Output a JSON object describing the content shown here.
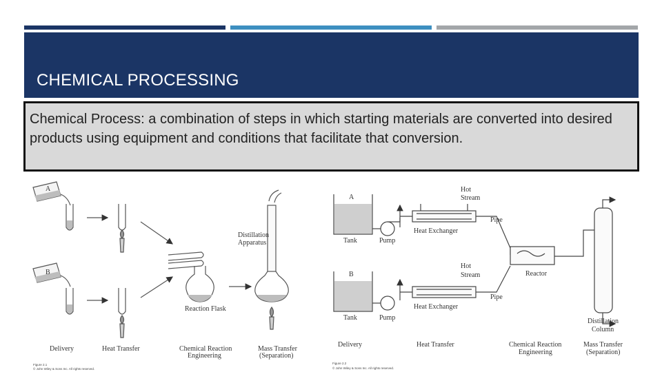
{
  "colors": {
    "stripe1": "#1b3565",
    "stripe2": "#3d8fc0",
    "stripe3": "#a3a6a9",
    "header_bg": "#1b3565"
  },
  "slide": {
    "title": "CHEMICAL PROCESSING",
    "definition": "Chemical Process: a combination of steps in which starting materials are converted into desired products using equipment and conditions that facilitate that conversion."
  },
  "figure_left": {
    "labels": {
      "a": "A",
      "b": "B",
      "distillation_1": "Distillation",
      "distillation_2": "Apparatus",
      "reaction_flask": "Reaction Flask",
      "delivery": "Delivery",
      "heat_transfer": "Heat Transfer",
      "cre_1": "Chemical Reaction",
      "cre_2": "Engineering",
      "mt_1": "Mass Transfer",
      "mt_2": "(Separation)"
    },
    "caption_1": "Figure 2.1",
    "caption_2": "© John Wiley & Sons Inc. All rights reserved."
  },
  "figure_right": {
    "labels": {
      "a": "A",
      "b": "B",
      "tank_a": "Tank",
      "pump_a": "Pump",
      "heat_exchanger_a": "Heat Exchanger",
      "hot_a_1": "Hot",
      "hot_a_2": "Stream",
      "pipe_a": "Pipe",
      "tank_b": "Tank",
      "pump_b": "Pump",
      "heat_exchanger_b": "Heat Exchanger",
      "hot_b_1": "Hot",
      "hot_b_2": "Stream",
      "pipe_b": "Pipe",
      "reactor": "Reactor",
      "dist_1": "Distillation",
      "dist_2": "Column",
      "delivery": "Delivery",
      "heat_transfer": "Heat Transfer",
      "cre_1": "Chemical Reaction",
      "cre_2": "Engineering",
      "mt_1": "Mass Transfer",
      "mt_2": "(Separation)"
    },
    "caption_1": "Figure 2.2",
    "caption_2": "© John Wiley & Sons Inc. All rights reserved."
  }
}
